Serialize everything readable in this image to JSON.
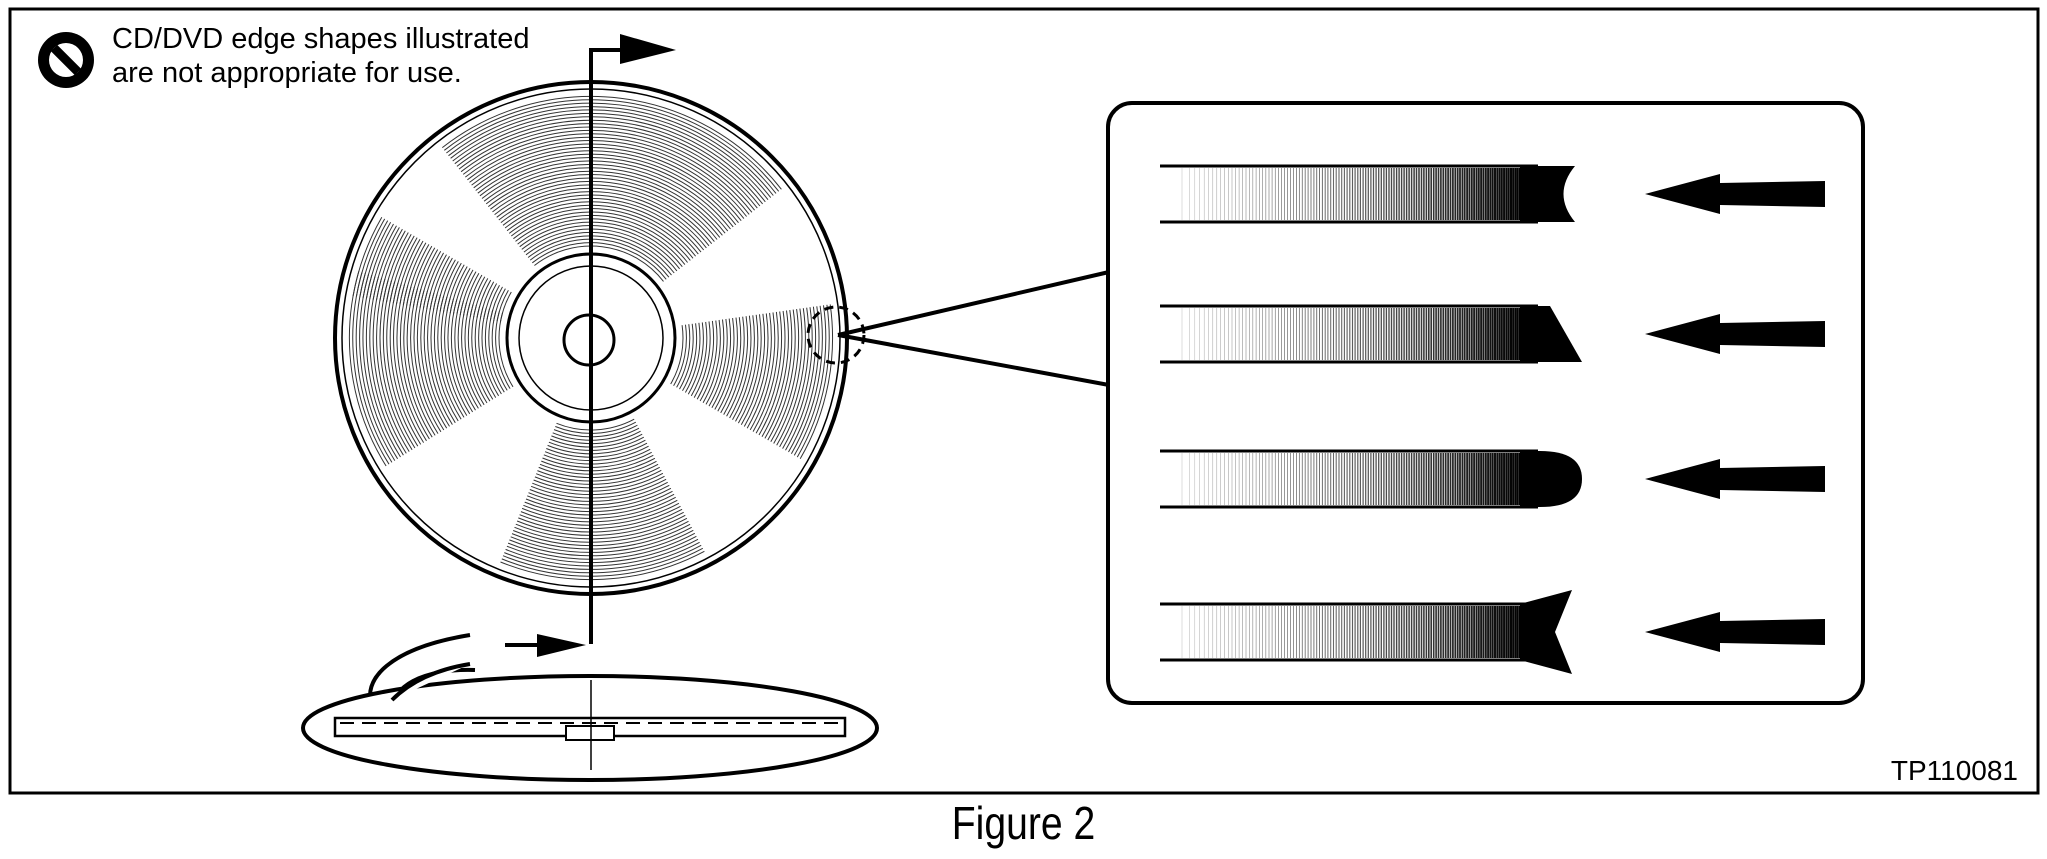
{
  "warning": {
    "icon": "prohibited-icon",
    "line1": "CD/DVD edge shapes illustrated",
    "line2": "are not appropriate for use."
  },
  "figure_code": "TP110081",
  "caption": "Figure 2",
  "edge_shapes": [
    {
      "shape": "concave-edge",
      "arrow": "left-arrow-icon"
    },
    {
      "shape": "slanted-edge",
      "arrow": "left-arrow-icon"
    },
    {
      "shape": "rounded-edge",
      "arrow": "left-arrow-icon"
    },
    {
      "shape": "notched-edge",
      "arrow": "left-arrow-icon"
    }
  ],
  "colors": {
    "ink": "#000000",
    "paper": "#ffffff"
  }
}
